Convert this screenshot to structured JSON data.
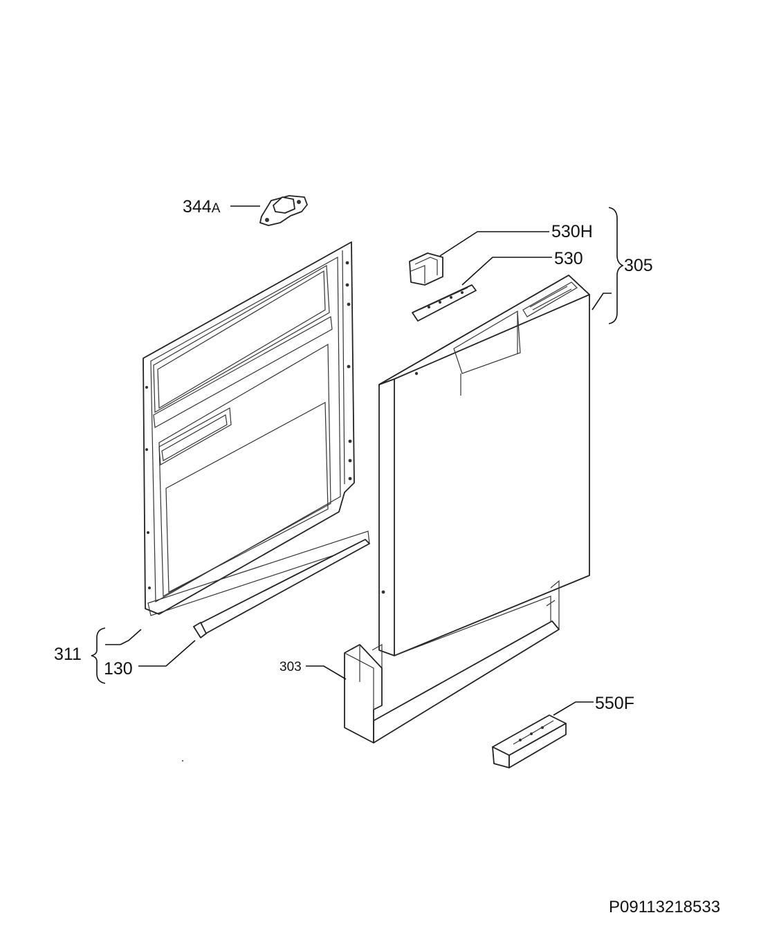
{
  "labels": {
    "p344a_num": "344",
    "p344a_suffix": "A",
    "p530h": "530H",
    "p530": "530",
    "p305": "305",
    "p311": "311",
    "p130": "130",
    "p303": "303",
    "p550f": "550F"
  },
  "drawing_code": "P09113218533"
}
